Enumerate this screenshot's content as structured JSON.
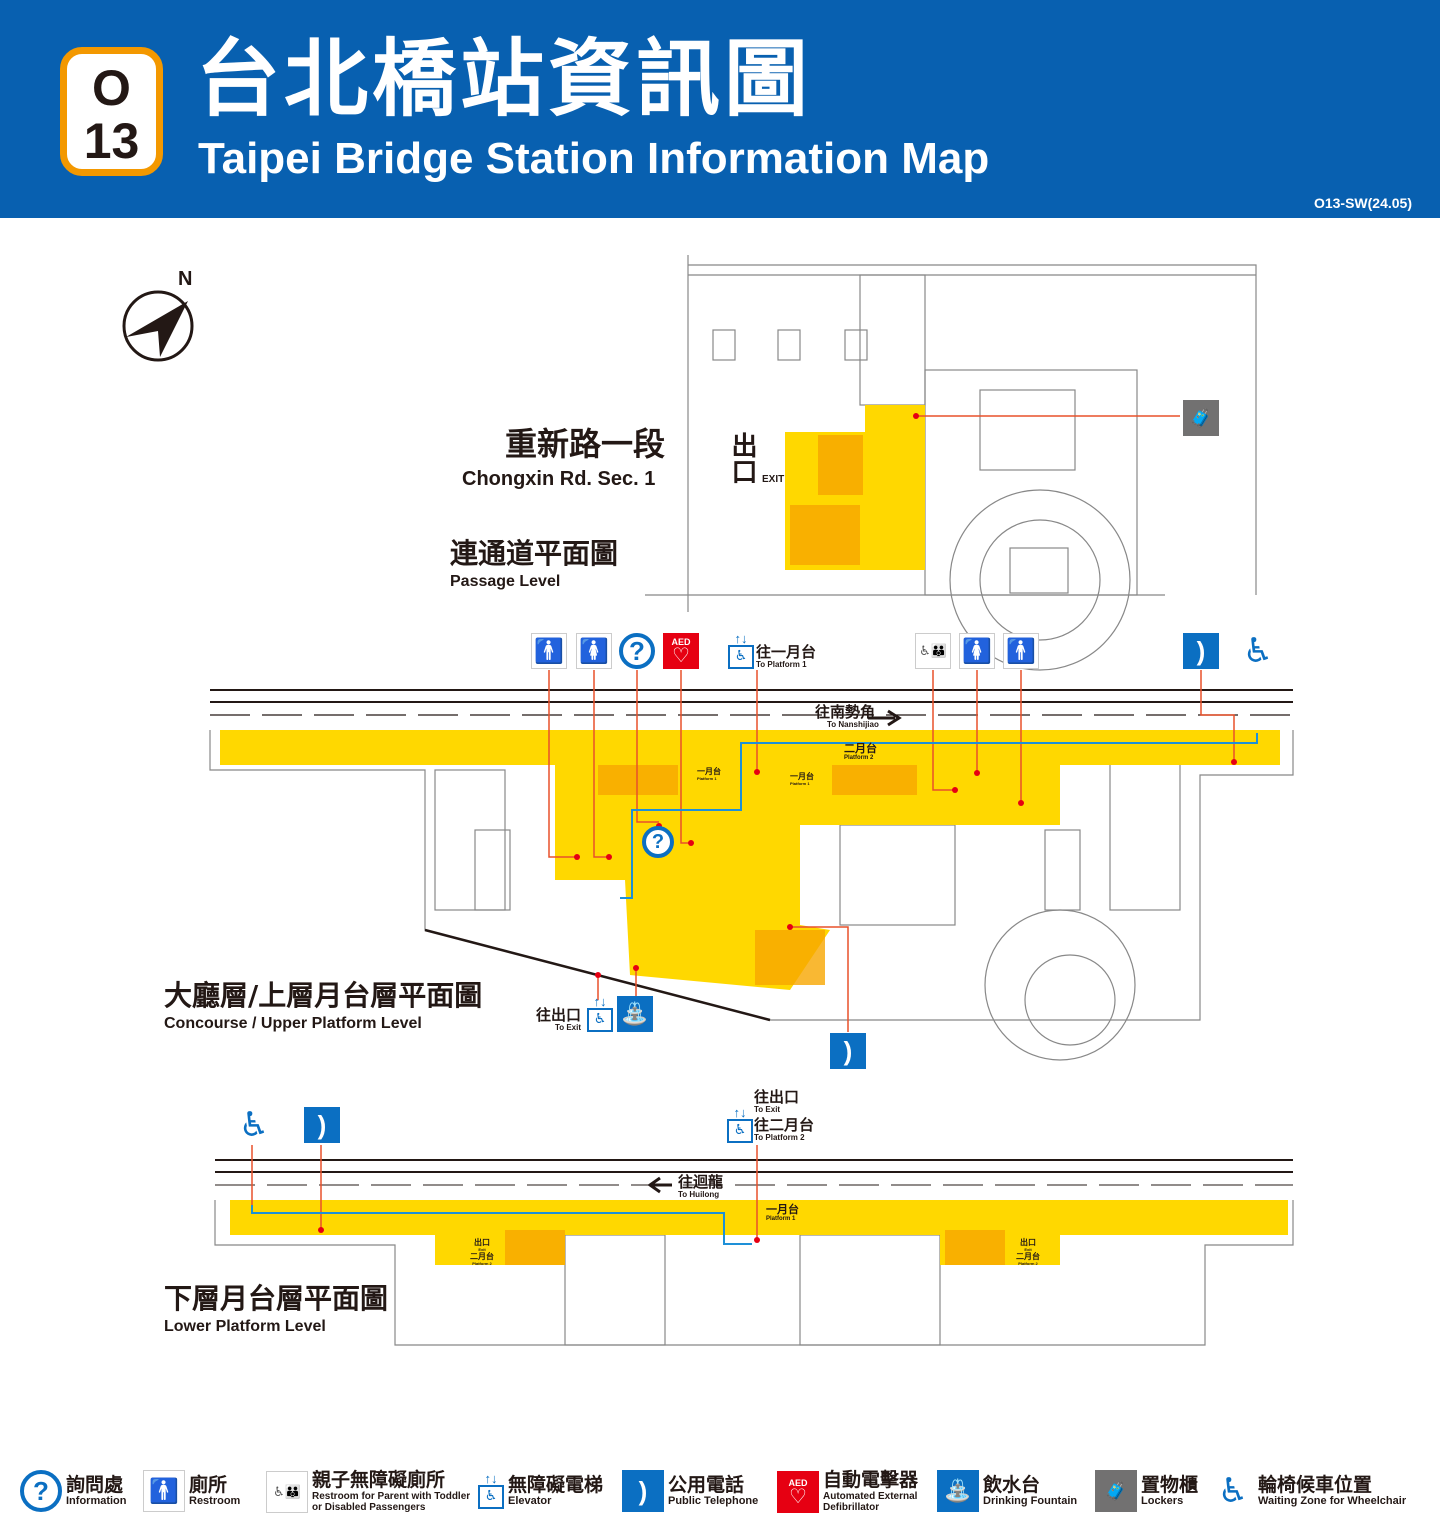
{
  "header": {
    "line_letter": "O",
    "station_number": "13",
    "title_zh": "台北橋站資訊圖",
    "title_en": "Taipei Bridge Station Information Map",
    "code": "O13-SW(24.05)",
    "bg_color": "#0860b0",
    "badge_color": "#f39800"
  },
  "compass": {
    "label": "N"
  },
  "passage": {
    "street_zh": "重新路一段",
    "street_en": "Chongxin Rd. Sec. 1",
    "exit_zh": "出口",
    "exit_en": "EXIT",
    "level_zh": "連通道平面圖",
    "level_en": "Passage Level"
  },
  "concourse": {
    "level_zh": "大廳層/上層月台層平面圖",
    "level_en": "Concourse / Upper Platform Level",
    "to_platform1_zh": "往一月台",
    "to_platform1_en": "To Platform 1",
    "direction_zh": "往南勢角",
    "direction_en": "To Nanshijiao",
    "platform2_zh": "二月台",
    "platform2_en": "Platform 2",
    "p1_left_zh": "一月台",
    "p1_left_en": "Platform 1",
    "p1_right_zh": "一月台",
    "p1_right_en": "Platform 1",
    "to_exit_zh": "往出口",
    "to_exit_en": "To Exit"
  },
  "lower": {
    "level_zh": "下層月台層平面圖",
    "level_en": "Lower Platform Level",
    "to_exit_zh": "往出口",
    "to_exit_en": "To Exit",
    "to_platform2_zh": "往二月台",
    "to_platform2_en": "To Platform 2",
    "direction_zh": "往迴龍",
    "direction_en": "To Huilong",
    "platform1_zh": "一月台",
    "platform1_en": "Platform 1",
    "left_exit_zh": "出口",
    "left_exit_en": "Exit",
    "left_p2_zh": "二月台",
    "left_p2_en": "Platform 2",
    "right_exit_zh": "出口",
    "right_exit_en": "Exit",
    "right_p2_zh": "二月台",
    "right_p2_en": "Platform 2"
  },
  "legend": [
    {
      "icon": "information-icon",
      "zh": "詢問處",
      "en": "Information"
    },
    {
      "icon": "restroom-icon",
      "zh": "廁所",
      "en": "Restroom"
    },
    {
      "icon": "family-restroom-icon",
      "zh": "親子無障礙廁所",
      "en": "Restroom for Parent with Toddler or Disabled Passengers"
    },
    {
      "icon": "elevator-icon",
      "zh": "無障礙電梯",
      "en": "Elevator"
    },
    {
      "icon": "phone-icon",
      "zh": "公用電話",
      "en": "Public Telephone"
    },
    {
      "icon": "aed-icon",
      "zh": "自動電擊器",
      "en": "Automated External Defibrillator"
    },
    {
      "icon": "drinking-fountain-icon",
      "zh": "飲水台",
      "en": "Drinking Fountain"
    },
    {
      "icon": "lockers-icon",
      "zh": "置物櫃",
      "en": "Lockers"
    },
    {
      "icon": "wheelchair-icon",
      "zh": "輪椅候車位置",
      "en": "Waiting Zone for Wheelchair"
    }
  ],
  "colors": {
    "area": "#ffd800",
    "escalator": "#f7a600",
    "leader": "#e8502a",
    "route": "#1e90d8",
    "wall": "#888888"
  }
}
